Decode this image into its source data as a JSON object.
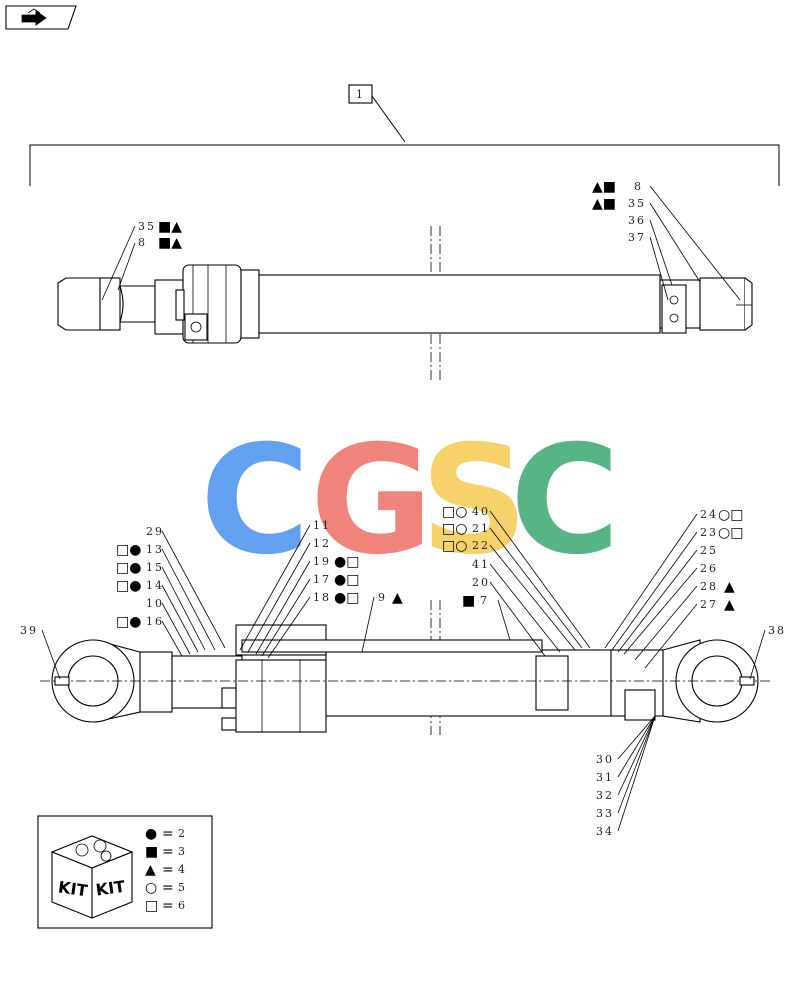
{
  "nav_icon": "page-arrow-icon",
  "assembly_label": "1",
  "top_callouts": [
    {
      "num": "35",
      "syms": "■▲"
    },
    {
      "num": "8",
      "syms": "■▲"
    },
    {
      "num": "8",
      "syms": "▲■"
    },
    {
      "num": "35",
      "syms": "▲■"
    },
    {
      "num": "36",
      "syms": ""
    },
    {
      "num": "37",
      "syms": ""
    }
  ],
  "watermark": {
    "letters": [
      "C",
      "G",
      "S",
      "C"
    ],
    "colors": [
      "#5b9cf0",
      "#f07e74",
      "#f7cf63",
      "#4fb27f"
    ]
  },
  "bottom_callouts_left": [
    {
      "num": "29",
      "syms": ""
    },
    {
      "num": "13",
      "syms": "□●"
    },
    {
      "num": "15",
      "syms": "□●"
    },
    {
      "num": "14",
      "syms": "□●"
    },
    {
      "num": "10",
      "syms": ""
    },
    {
      "num": "16",
      "syms": "□●"
    },
    {
      "num": "39",
      "syms": ""
    }
  ],
  "bottom_callouts_mid": [
    {
      "num": "11",
      "syms": ""
    },
    {
      "num": "12",
      "syms": ""
    },
    {
      "num": "19",
      "syms": "●□"
    },
    {
      "num": "17",
      "syms": "●□"
    },
    {
      "num": "18",
      "syms": "●□"
    },
    {
      "num": "9",
      "syms": "▲"
    }
  ],
  "bottom_callouts_center": [
    {
      "num": "40",
      "syms": "□○"
    },
    {
      "num": "21",
      "syms": "□○"
    },
    {
      "num": "22",
      "syms": "□○"
    },
    {
      "num": "41",
      "syms": ""
    },
    {
      "num": "20",
      "syms": ""
    },
    {
      "num": "7",
      "syms": "■"
    }
  ],
  "bottom_callouts_right": [
    {
      "num": "24",
      "syms": "○□"
    },
    {
      "num": "23",
      "syms": "○□"
    },
    {
      "num": "25",
      "syms": ""
    },
    {
      "num": "26",
      "syms": ""
    },
    {
      "num": "28",
      "syms": "▲"
    },
    {
      "num": "27",
      "syms": "▲"
    },
    {
      "num": "38",
      "syms": ""
    }
  ],
  "bottom_callouts_lower": [
    {
      "num": "30"
    },
    {
      "num": "31"
    },
    {
      "num": "32"
    },
    {
      "num": "33"
    },
    {
      "num": "34"
    }
  ],
  "kit_legend": {
    "kit_text": [
      "KIT",
      "KIT"
    ],
    "entries": [
      {
        "sym": "●",
        "eq": "=",
        "num": "2"
      },
      {
        "sym": "■",
        "eq": "=",
        "num": "3"
      },
      {
        "sym": "▲",
        "eq": "=",
        "num": "4"
      },
      {
        "sym": "○",
        "eq": "=",
        "num": "5"
      },
      {
        "sym": "□",
        "eq": "=",
        "num": "6"
      }
    ]
  }
}
